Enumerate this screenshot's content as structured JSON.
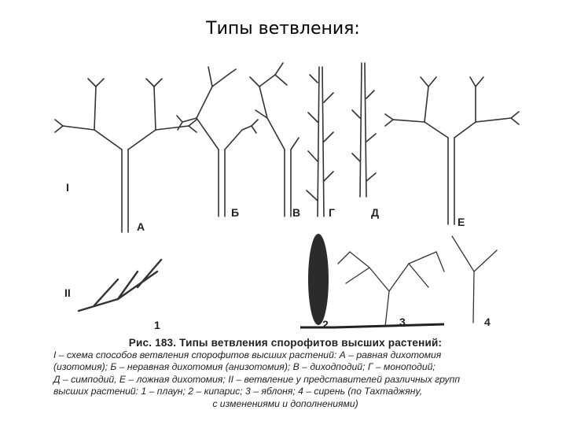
{
  "slide": {
    "title": "Типы ветвления:"
  },
  "figure": {
    "row1_roman": "I",
    "row2_roman": "II",
    "panel_labels": [
      "А",
      "Б",
      "В",
      "Г",
      "Д",
      "Е"
    ],
    "plant_numbers": [
      "1",
      "2",
      "3",
      "4"
    ]
  },
  "caption": {
    "title": "Рис. 183. Типы ветвления спорофитов высших растений:",
    "line1": "I – схема способов ветвления спорофитов высших растений: А – равная дихотомия",
    "line2": "(изотомия); Б – неравная дихотомия (анизотомия); В – диходподий; Г – моноподий;",
    "line3": "Д – симподий, Е – ложная дихотомия; II – ветвление у представителей различных групп",
    "line4": "высших растений: 1 – плаун; 2 – кипарис; 3 – яблоня; 4 – сирень (по Тахтаджяну,",
    "line5": "с изменениями и дополнениями)"
  }
}
